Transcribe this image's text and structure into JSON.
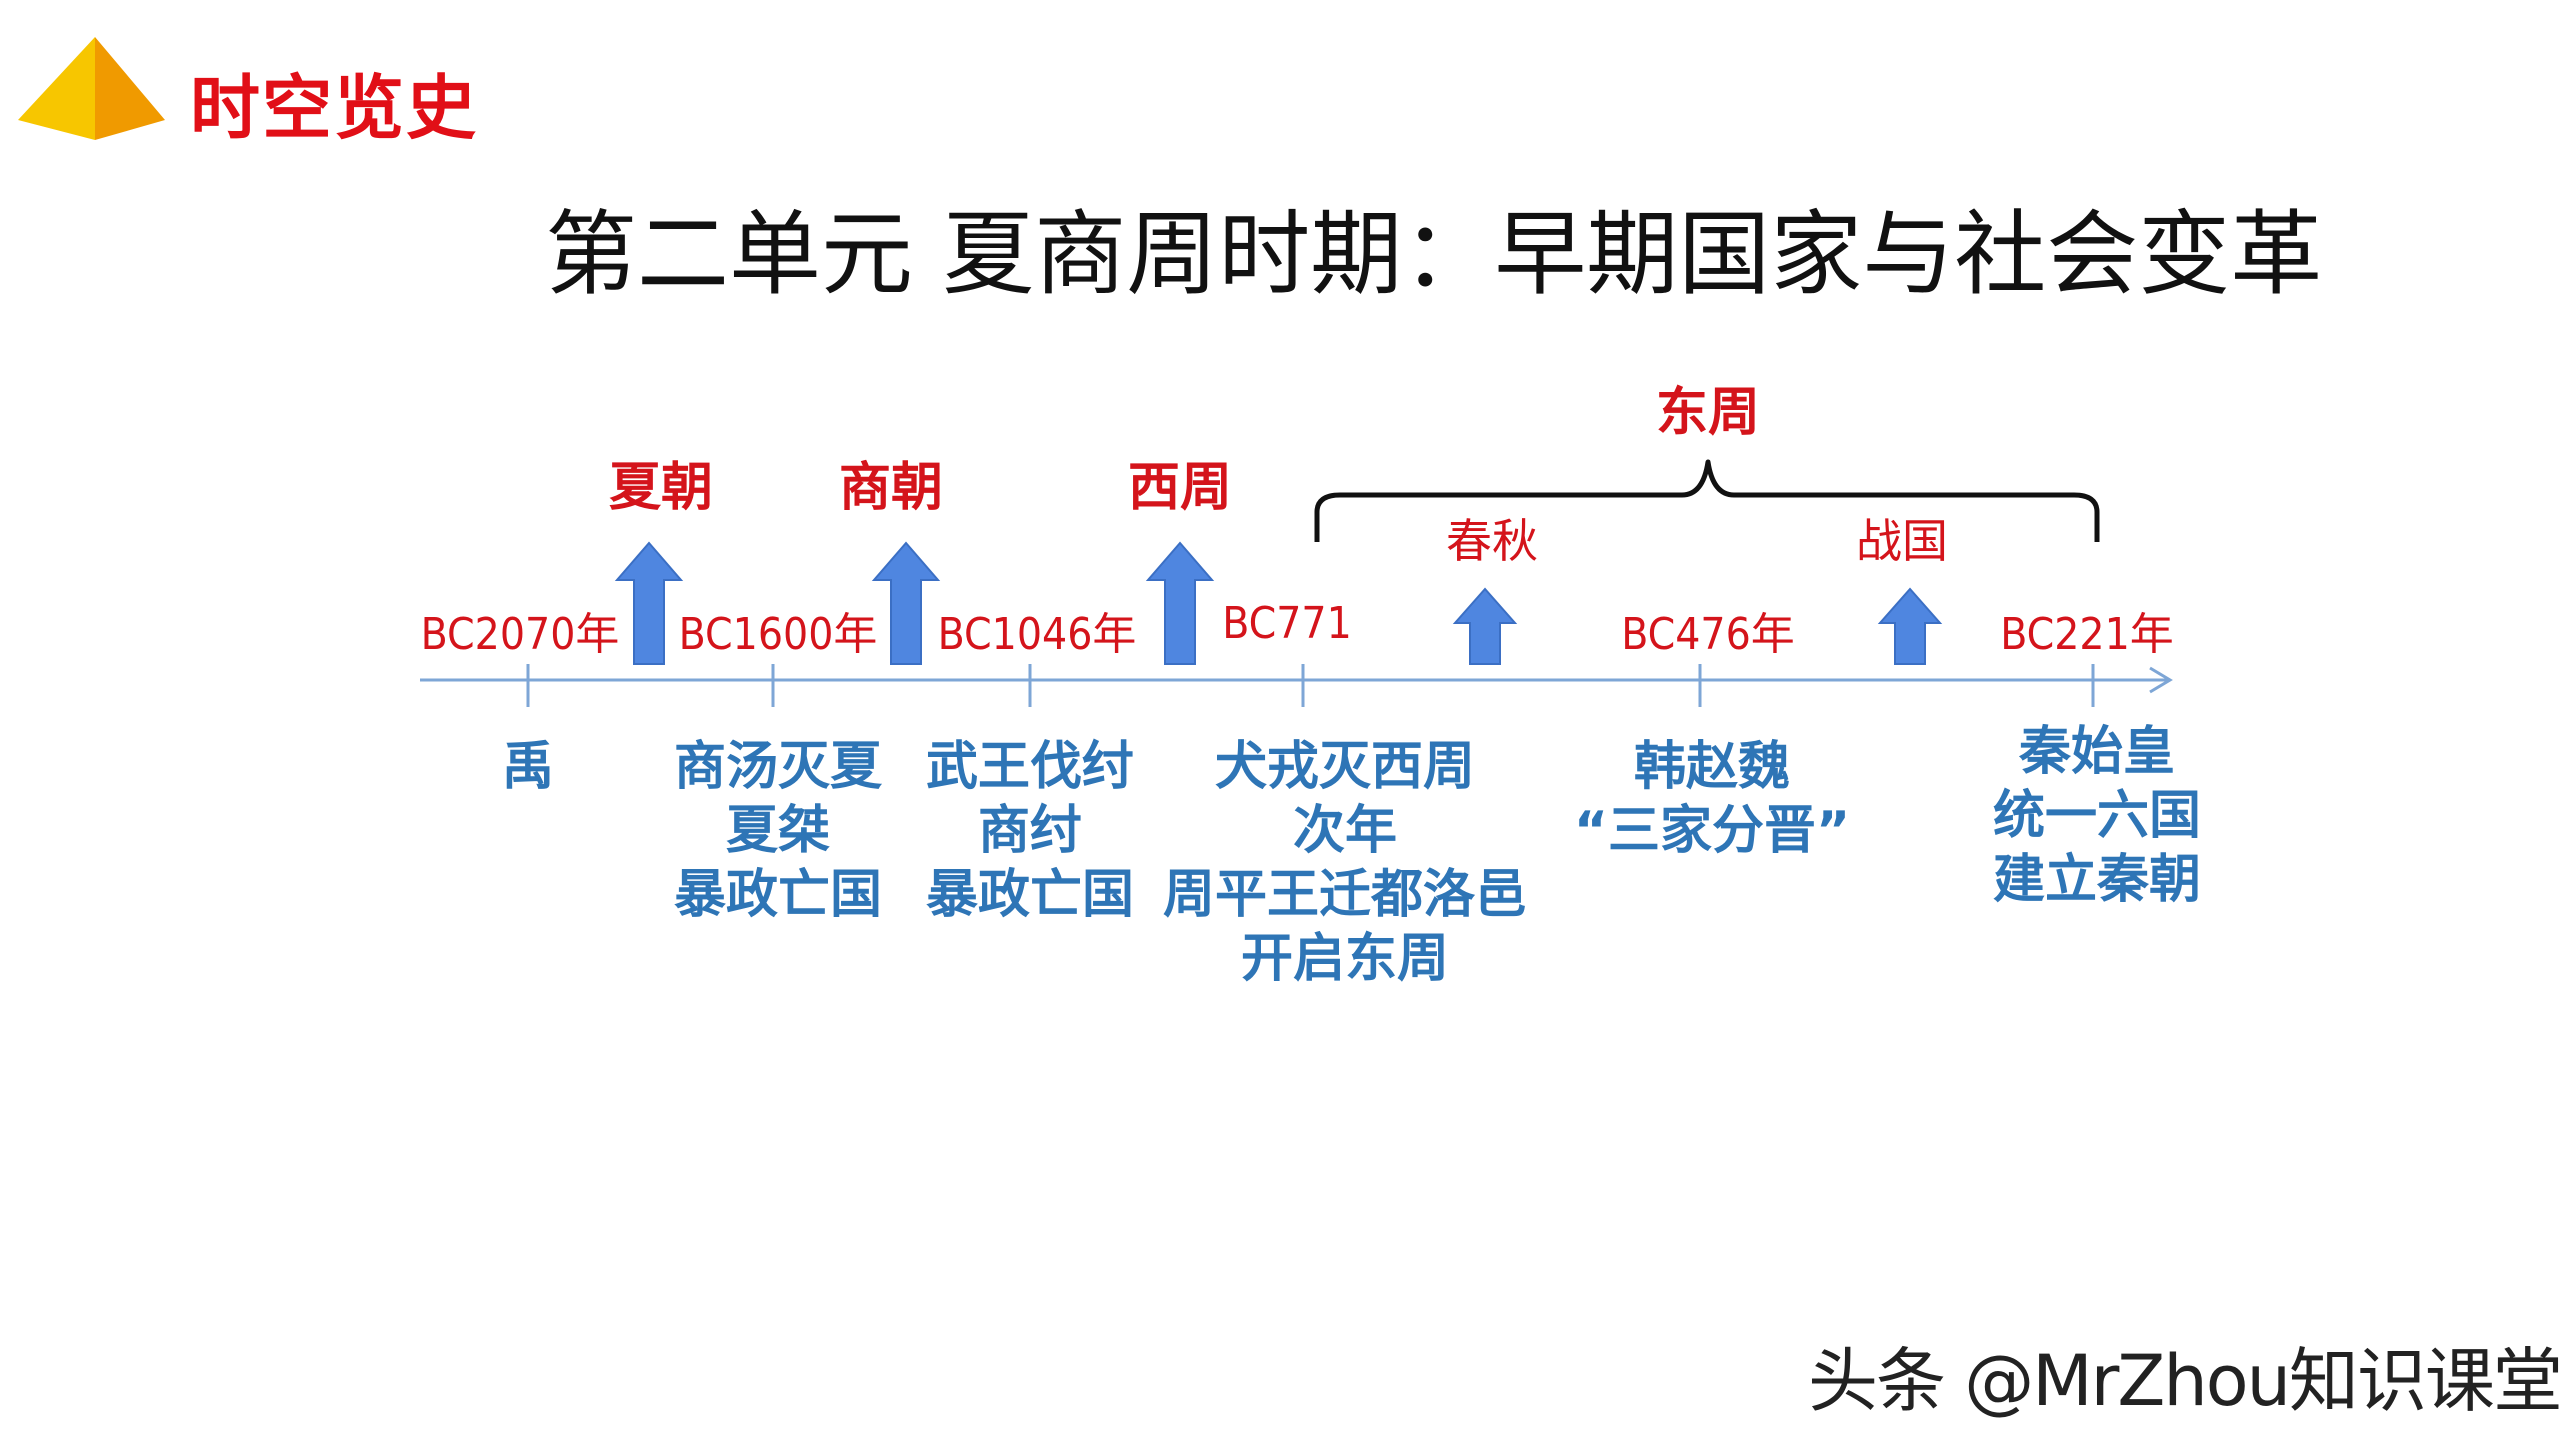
{
  "header": {
    "title": "时空览史",
    "icon": "pyramid-icon",
    "icon_color": "#f5b800"
  },
  "title": "第二单元 夏商周时期：早期国家与社会变革",
  "timeline": {
    "axis_color": "#7ea6d6",
    "arrow_color": "#4f86e0",
    "era_color": "#d4141b",
    "event_color": "#2e75b6",
    "dates": [
      "BC2070年",
      "BC1600年",
      "BC1046年",
      "BC771",
      "BC476年",
      "BC221年"
    ],
    "eras": [
      "夏朝",
      "商朝",
      "西周"
    ],
    "bracket_label": "东周",
    "sub_eras": [
      "春秋",
      "战国"
    ],
    "events": [
      [
        "禹"
      ],
      [
        "商汤灭夏",
        "夏桀",
        "暴政亡国"
      ],
      [
        "武王伐纣",
        "商纣",
        "暴政亡国"
      ],
      [
        "犬戎灭西周",
        "次年",
        "周平王迁都洛邑",
        "开启东周"
      ],
      [
        "韩赵魏",
        "“三家分晋”"
      ],
      [
        "秦始皇",
        "统一六国",
        "建立秦朝"
      ]
    ]
  },
  "watermark": "头条 @MrZhou知识课堂"
}
